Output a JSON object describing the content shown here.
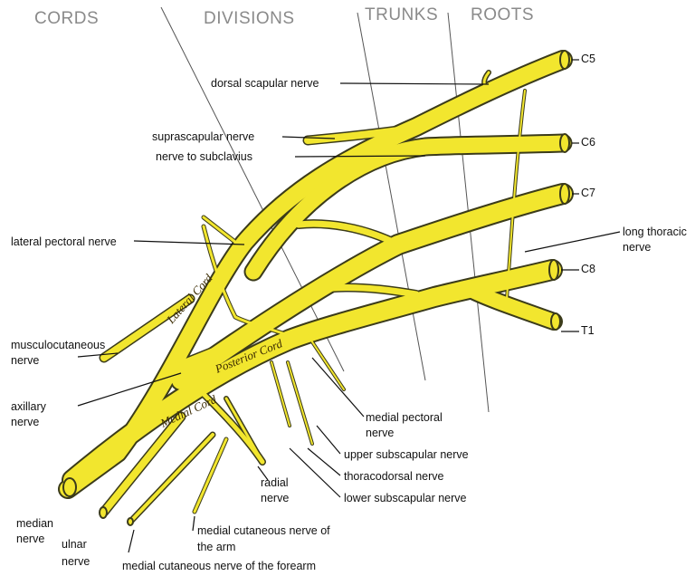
{
  "headers": {
    "cords": "CORDS",
    "divisions": "DIVISIONS",
    "trunks": "TRUNKS",
    "roots": "ROOTS"
  },
  "roots": [
    "C5",
    "C6",
    "C7",
    "C8",
    "T1"
  ],
  "cords": {
    "lateral": "Lateral Cord",
    "posterior": "Posterior Cord",
    "medial": "Medial Cord"
  },
  "nerves": {
    "dorsal_scapular": "dorsal scapular nerve",
    "suprascapular": "suprascapular nerve",
    "subclavius": "nerve to subclavius",
    "long_thoracic_1": "long thoracic",
    "long_thoracic_2": "nerve",
    "lateral_pectoral": "lateral pectoral nerve",
    "musculocutaneous_1": "musculocutaneous",
    "musculocutaneous_2": "nerve",
    "axillary_1": "axillary",
    "axillary_2": "nerve",
    "medial_pectoral_1": "medial pectoral",
    "medial_pectoral_2": "nerve",
    "upper_subscapular": "upper subscapular nerve",
    "thoracodorsal": "thoracodorsal nerve",
    "lower_subscapular": "lower subscapular nerve",
    "radial_1": "radial",
    "radial_2": "nerve",
    "median_1": "median",
    "median_2": "nerve",
    "ulnar_1": "ulnar",
    "ulnar_2": "nerve",
    "med_cut_arm_1": "medial cutaneous nerve of",
    "med_cut_arm_2": "the arm",
    "med_cut_forearm": "medial cutaneous nerve of the forearm"
  },
  "colors": {
    "nerve_fill": "#f2e62e",
    "nerve_outline": "#3b3b1a",
    "header_text": "#8a8a8a",
    "leader_line": "#111111"
  }
}
